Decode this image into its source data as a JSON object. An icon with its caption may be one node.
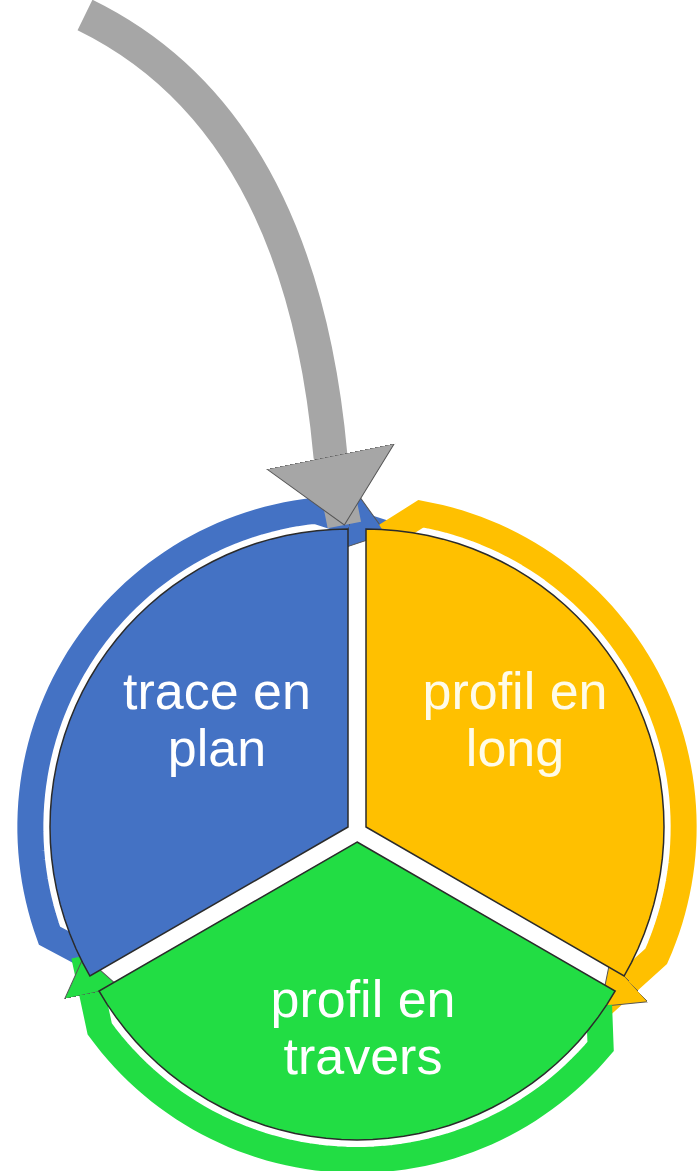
{
  "diagram": {
    "nodes": [
      {
        "text": [
          "trace en plan"
        ]
      },
      {
        "text": [
          "profil en long"
        ]
      },
      {
        "text": [
          "profil en travers"
        ]
      }
    ],
    "edges": [
      {
        "from": 0,
        "to": 1,
        "arrow": "to",
        "color": "#4472c4"
      },
      {
        "from": 1,
        "to": 2,
        "arrow": "to",
        "color": "#ffc000"
      },
      {
        "from": 2,
        "to": 0,
        "arrow": "to",
        "color": "#22dd44"
      },
      {
        "from": null,
        "to": 0,
        "arrow": "to",
        "color": "#a6a6a6"
      }
    ]
  }
}
